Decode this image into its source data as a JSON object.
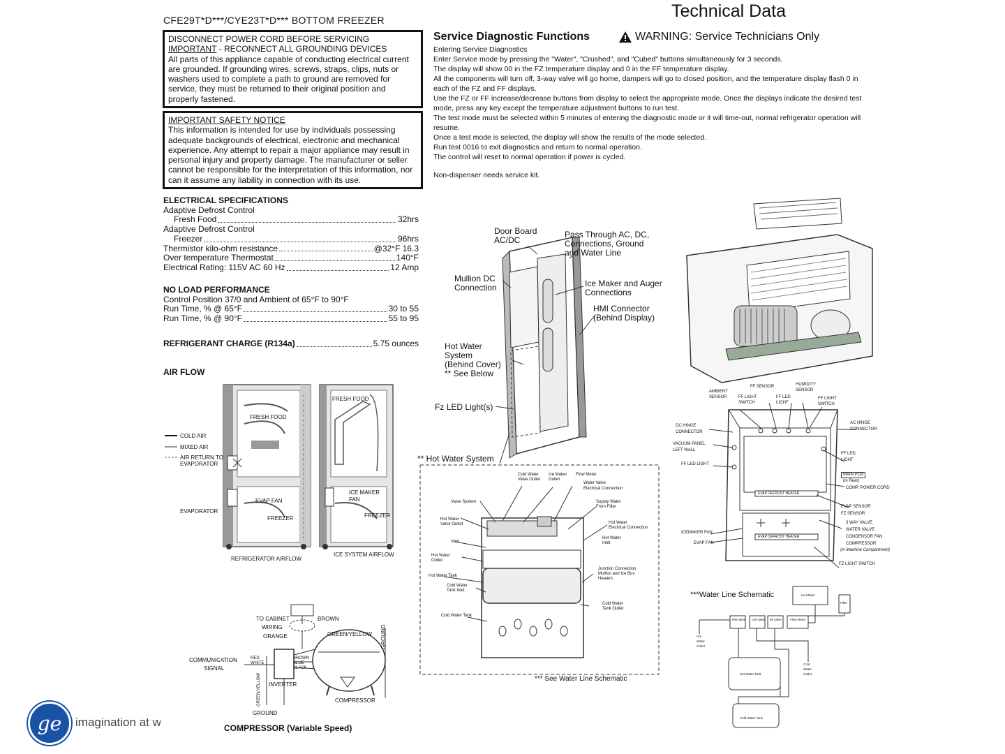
{
  "header": {
    "model": "CFE29T*D***/CYE23T*D*** BOTTOM FREEZER",
    "title": "Technical Data"
  },
  "notice1": {
    "line1": "DISCONNECT POWER CORD BEFORE SERVICING",
    "important": "IMPORTANT",
    "line2": " - RECONNECT ALL GROUNDING DEVICES",
    "body": "All parts of this appliance capable of conducting electrical current are grounded. If grounding wires, screws, straps, clips, nuts or washers used to complete a path to ground are removed for service, they must be returned to their original position and properly fastened."
  },
  "notice2": {
    "heading": "IMPORTANT SAFETY NOTICE",
    "body": "This information is intended for use by individuals possessing adequate backgrounds of electrical, electronic and mechanical experience. Any attempt to repair a major appliance may result in personal injury and property damage. The manufacturer or seller cannot be responsible for the interpretation of this information, nor can it assume any liability in connection with its use."
  },
  "electrical": {
    "heading": "ELECTRICAL SPECIFICATIONS",
    "adc1": "Adaptive Defrost Control",
    "fresh_label": "Fresh Food",
    "fresh_val": "32hrs",
    "adc2": "Adaptive Defrost Control",
    "freezer_label": "Freezer",
    "freezer_val": "96hrs",
    "therm_label": "Thermistor kilo-ohm resistance",
    "therm_val": "@32°F 16.3",
    "overtemp_label": "Over temperature Thermostat",
    "overtemp_val": "140°F",
    "rating_label": "Electrical Rating: 115V AC 60 Hz",
    "rating_val": "12 Amp"
  },
  "noload": {
    "heading": "NO LOAD PERFORMANCE",
    "control": "Control Position 37/0 and Ambient of  65°F to 90°F",
    "run65_label": "Run Time, % @ 65°F",
    "run65_val": "30 to 55",
    "run90_label": "Run Time, % @ 90°F",
    "run90_val": "55 to 95"
  },
  "refrigerant": {
    "label": "REFRIGERANT CHARGE (R134a)",
    "val": "5.75 ounces"
  },
  "airflow": {
    "heading": "AIR FLOW",
    "legend_cold": "COLD AIR",
    "legend_mixed": "MIXED AIR",
    "legend_return1": "AIR RETURN TO",
    "legend_return2": "EVAPORATOR",
    "evaporator": "EVAPORATOR",
    "fresh_food": "FRESH FOOD",
    "evap_fan": "EVAP FAN",
    "freezer": "FREEZER",
    "ref_caption": "REFRIGERATOR AIRFLOW",
    "fresh_food2": "FRESH FOOD",
    "icemaker_fan1": "ICE MAKER",
    "icemaker_fan2": "FAN",
    "freezer2": "FREEZER",
    "ice_caption": "ICE SYSTEM AIRFLOW"
  },
  "compressor": {
    "to_cabinet1": "TO CABINET",
    "to_cabinet2": "WIRING",
    "brown": "BROWN",
    "orange": "ORANGE",
    "green_yellow": "GREEN/YELLOW",
    "ground_v": "GROUND",
    "comm1": "COMMUNICATION",
    "comm2": "SIGNAL",
    "red": "RED",
    "white": "WHITE",
    "brown2": "BROWN",
    "blue": "BLUE",
    "black": "BLACK",
    "gy_v": "GREEN/YELLOW",
    "inverter": "INVERTER",
    "compressor_lbl": "COMPRESSOR",
    "ground": "GROUND",
    "caption": "COMPRESSOR (Variable Speed)"
  },
  "service": {
    "title": "Service Diagnostic Functions",
    "warning": "WARNING: Service Technicians Only",
    "lines": [
      "Entering Service Diagnostics",
      "Enter Service mode by pressing the \"Water\", \"Crushed\", and \"Cubed\" buttons simultaneously for 3 seconds.",
      "The display will show 00 in the FZ temperature display and 0 in the FF temperature display.",
      "All the components will turn off, 3-way valve will go home, dampers will go to closed position, and the temperature display flash  0 in each of the FZ and FF displays.",
      "Use the FZ or FF increase/decrease buttons from display to select the appropriate mode. Once the displays indicate the desired test mode, press any key except the temperature adjustment buttons to run test.",
      "The test mode must be selected within 5 minutes of entering the diagnostic mode or it will time-out, normal refrigerator operation will resume.",
      "Once a test mode is selected, the display will show the results of the mode selected.",
      "Run test 0016 to exit diagnostics and return to normal operation.",
      "The control will reset to normal operation if power is cycled."
    ],
    "nondispenser": "Non-dispenser needs service kit."
  },
  "door": {
    "door_board1": "Door Board",
    "door_board2": "AC/DC",
    "pass1": "Pass Through AC, DC,",
    "pass2": "Connections, Ground",
    "pass3": "and Water Line",
    "mullion1": "Mullion DC",
    "mullion2": "Connection",
    "icemaker1": "Ice Maker and Auger",
    "icemaker2": "Connections",
    "hmi1": "HMI Connector",
    "hmi2": "(Behind Display)",
    "hotwater1": "Hot Water",
    "hotwater2": "System",
    "hotwater3": "(Behind Cover)",
    "hotwater4": "** See Below",
    "fzled": "Fz LED Light(s)",
    "hws_title": "** Hot Water System"
  },
  "hws": {
    "cold_valve1": "Cold Water",
    "cold_valve2": "Valve Outlet",
    "icemaker_out1": "Ice Maker",
    "icemaker_out2": "Outlet",
    "flowmeter": "Flow Meter",
    "wv1": "Water Valve",
    "wv2": "Electrical Connection",
    "valve_system": "Valve System",
    "supply1": "Supply Water",
    "supply2": "From Filter",
    "hw_valve1": "Hot Water",
    "hw_valve2": "Valve Outlet",
    "hw_elec1": "Hot Water",
    "hw_elec2": "Electrical Connection",
    "vent": "Vent",
    "hw_inlet1": "Hot Water",
    "hw_inlet2": "Inlet",
    "hw_outlet1": "Hot Water",
    "hw_outlet2": "Outlet",
    "hw_tank": "Hot Water Tank",
    "junction1": "Junction Connection",
    "junction2": "Mullion and Ice Box",
    "junction3": "Heaters",
    "cw_inlet1": "Cold Water",
    "cw_inlet2": "Tank Inlet",
    "cw_tank": "Cold Water Tank",
    "cw_outlet1": "Cold Water",
    "cw_outlet2": "Tank Outlet",
    "see_schematic": "*** See Water Line Schematic"
  },
  "components": {
    "ffsensor": "FF SENSOR",
    "humidity1": "HUMIDITY",
    "humidity2": "SENSOR",
    "ambient1": "AMBIENT",
    "ambient2": "SENSOR",
    "fflight1": "FF LIGHT",
    "fflight2": "SWITCH",
    "ffled1": "FF LED",
    "ffled2": "LIGHT",
    "fflight3": "FF LIGHT",
    "fflight4": "SWITCH",
    "dchinge1": "DC HINGE",
    "dchinge2": "CONNECTOR",
    "achinge1": "AC HINGE",
    "achinge2": "CONNECTOR",
    "vacuum1": "VACUUM PANEL",
    "vacuum2": "LEFT WALL",
    "ffled_l": "FF LED LIGHT",
    "ffled_r1": "FF LED",
    "ffled_r2": "LIGHT",
    "mainpcb": "MAIN PCB",
    "inrear": "(in Rear)",
    "comppower": "COMP. POWER CORD",
    "evapthermo": "EVAP DEFROST HEATER",
    "evapsensor": "EVAP SENSOR",
    "fzsensor": "FZ SENSOR",
    "threeway": "3 WAY VALVE",
    "waterv": "WATER VALVE",
    "condfan": "CONDENSOR FAN",
    "comp": "COMPRESSOR",
    "machine": "(in Machine Compartment)",
    "icemakerfan": "ICEMAKER FAN",
    "evapfan": "EVAP FAN",
    "fzlightsw": "FZ LIGHT SWITCH",
    "evapthermo2": "EVAP DEFROST HEATER"
  },
  "schematic": {
    "title": "***Water Line Schematic",
    "icemaker": "Ice Maker",
    "filter": "Filter",
    "hw_valve": "HW valve",
    "cw_valve": "CW valve",
    "im_valve": "IM valve",
    "flow_meter": "Flow Meter",
    "hot_outlet1": "Hot",
    "hot_outlet2": "Water",
    "hot_outlet3": "Outlet",
    "hw_tank": "Hot Water Tank",
    "cold_outlet1": "Cold",
    "cold_outlet2": "Water",
    "cold_outlet3": "Outlet",
    "cw_tank": "Cold Water Tank"
  },
  "footer": {
    "logo": "ge",
    "tagline": "imagination at work"
  }
}
